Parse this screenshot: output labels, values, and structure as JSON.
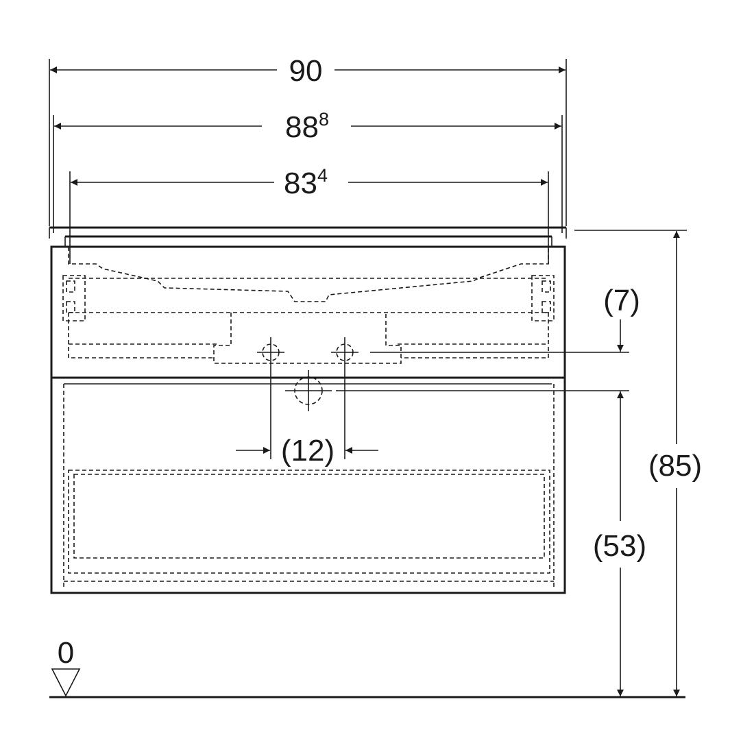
{
  "dimensions": {
    "overall_width": "90",
    "body_width_main": "88",
    "body_width_sup": "8",
    "inner_width_main": "83",
    "inner_width_sup": "4",
    "top_to_drain": "(7)",
    "tap_hole_spacing": "(12)",
    "total_height": "(85)",
    "drain_height": "(53)",
    "floor_level": "0"
  }
}
